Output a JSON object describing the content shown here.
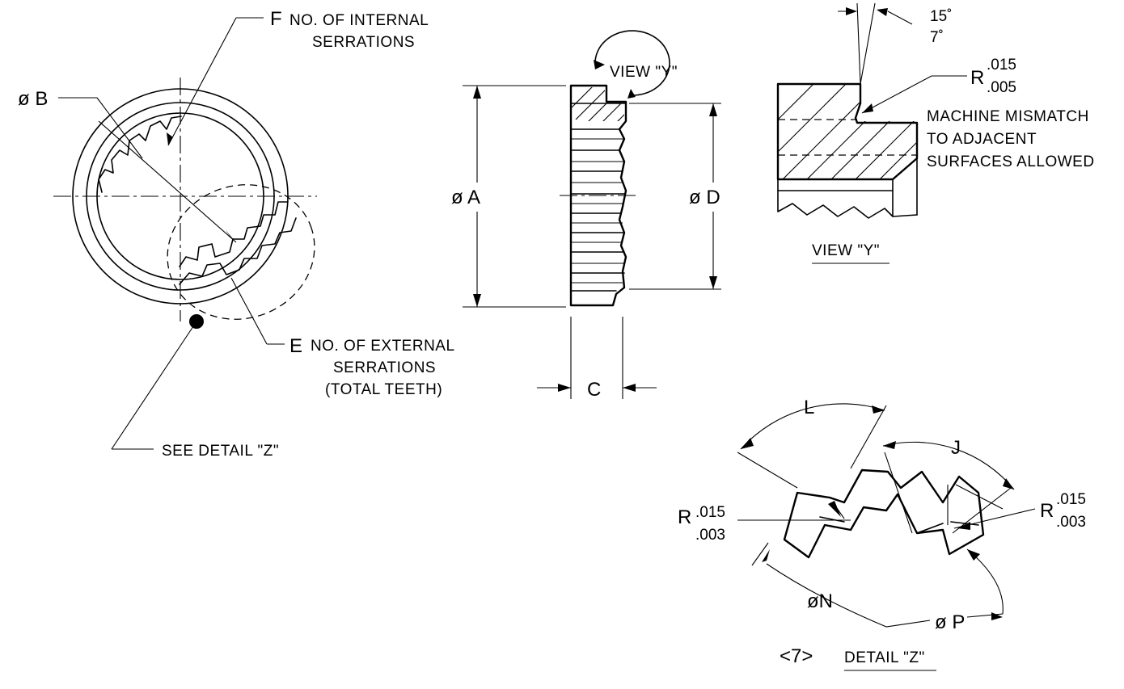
{
  "labels": {
    "f_letter": "F",
    "f_text_1": "NO. OF INTERNAL",
    "f_text_2": "SERRATIONS",
    "dia_b": "ø B",
    "e_letter": "E",
    "e_text_1": "NO. OF EXTERNAL",
    "e_text_2": "SERRATIONS",
    "e_text_3": "(TOTAL TEETH)",
    "see_detail": "SEE DETAIL \"Z\"",
    "view_y_top": "VIEW \"Y\"",
    "dia_a": "ø A",
    "dia_d": "ø D",
    "dim_c": "C",
    "angle_15": "15˚",
    "angle_7": "7˚",
    "r_top": "R",
    "r_top_hi": ".015",
    "r_top_lo": ".005",
    "mismatch_1": "MACHINE MISMATCH",
    "mismatch_2": "TO ADJACENT",
    "mismatch_3": "SURFACES ALLOWED",
    "view_y_caption": "VIEW \"Y\"",
    "dim_l": "L",
    "dim_j": "J",
    "r_left": "R",
    "r_left_hi": ".015",
    "r_left_lo": ".003",
    "r_right": "R",
    "r_right_hi": ".015",
    "r_right_lo": ".003",
    "dia_n": "øN",
    "dia_p": "ø P",
    "note_ref": "<7>",
    "detail_caption": "DETAIL \"Z\""
  }
}
